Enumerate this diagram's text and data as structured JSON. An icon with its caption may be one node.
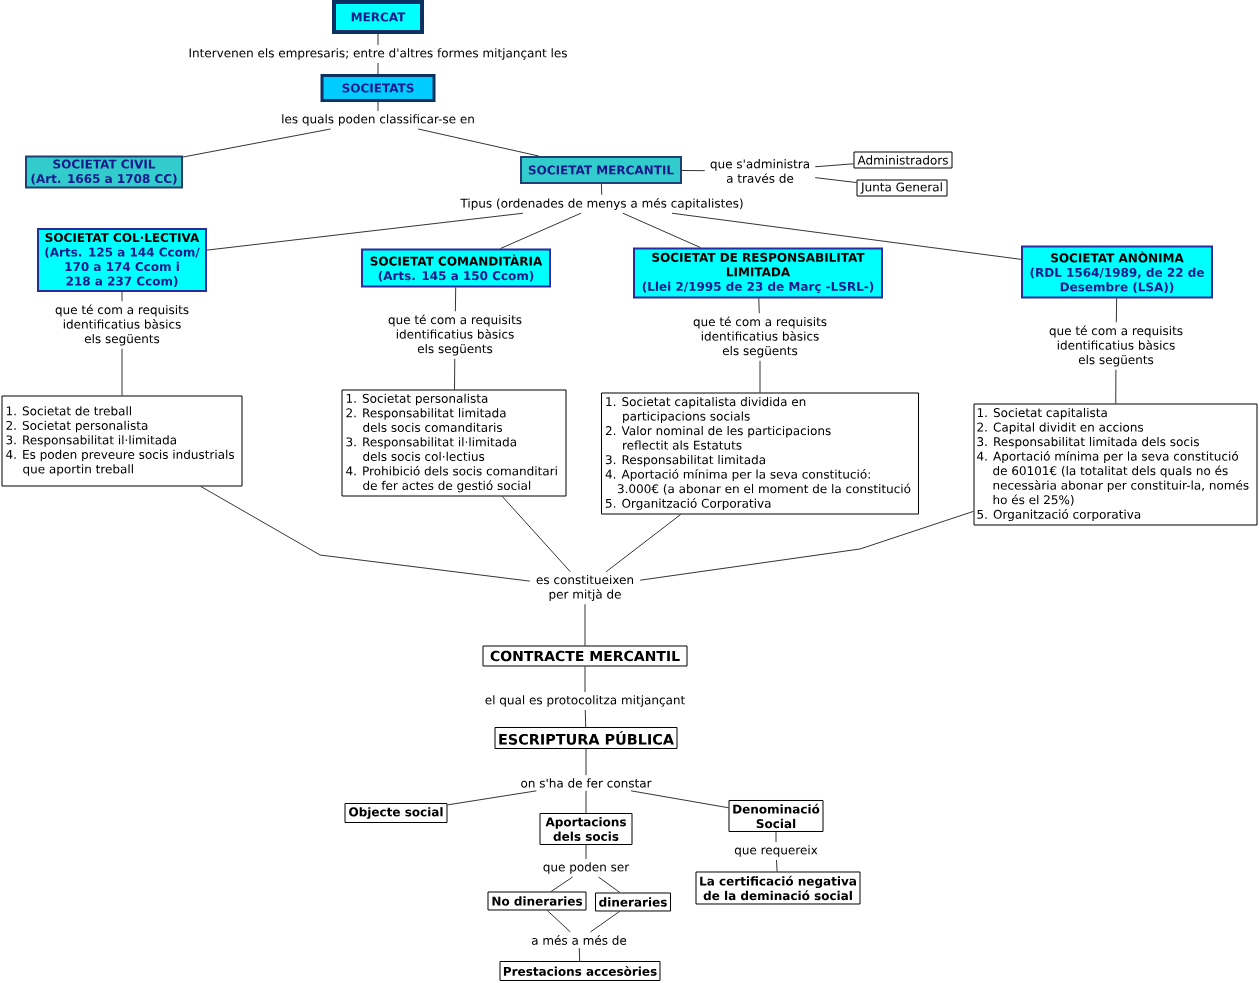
{
  "diagram": {
    "nodes": [
      {
        "text": [
          "MERCAT"
        ]
      },
      {
        "text": [
          "Intervenen els empresaris; entre d'altres formes mitjançant les"
        ]
      },
      {
        "text": [
          "SOCIETATS"
        ]
      },
      {
        "text": [
          "les quals poden classificar-se en"
        ]
      },
      {
        "text": [
          "SOCIETAT CIVIL",
          "(Art. 1665 a 1708 CC)"
        ]
      },
      {
        "text": [
          "SOCIETAT MERCANTIL"
        ]
      },
      {
        "text": [
          "que s'administra a través de"
        ]
      },
      {
        "text": [
          "Administradors"
        ]
      },
      {
        "text": [
          "Junta General"
        ]
      },
      {
        "text": [
          "Tipus (ordenades de menys a més capitalistes)"
        ]
      },
      {
        "text": [
          "SOCIETAT COL·LECTIVA",
          "(Arts. 125 a 144 Ccom/ 170 a 174 Ccom i 218 a 237 Ccom)"
        ]
      },
      {
        "text": [
          "SOCIETAT COMANDITÀRIA",
          "(Arts. 145 a 150 Ccom)"
        ]
      },
      {
        "text": [
          "SOCIETAT DE RESPONSABILITAT LIMITADA",
          "(Llei 2/1995 de 23 de Març -LSRL-)"
        ]
      },
      {
        "text": [
          "SOCIETAT ANÒNIMA",
          "(RDL 1564/1989, de 22 de Desembre (LSA))"
        ]
      },
      {
        "text": [
          "que té com a requisits identificatius bàsics els següents"
        ]
      },
      {
        "text": [
          "que té com a requisits identificatius bàsics els següents"
        ]
      },
      {
        "text": [
          "que té com a requisits identificatius bàsics els següents"
        ]
      },
      {
        "text": [
          "que té com a requisits identificatius bàsics els següents"
        ]
      },
      {
        "text": [
          "1. Societat de treball",
          "2. Societat personalista",
          "3. Responsabilitat il·limitada",
          "4. Es poden preveure socis industrials que aportin treball"
        ]
      },
      {
        "text": [
          "1. Societat personalista",
          "2. Responsabilitat limitada dels socis comanditaris",
          "3. Responsabilitat il·limitada dels socis col·lectius",
          "4. Prohibició dels socis comanditari de fer actes de gestió social"
        ]
      },
      {
        "text": [
          "1. Societat capitalista dividida en participacions socials",
          "2. Valor nominal de les participacions reflectit als Estatuts",
          "3. Responsabilitat limitada",
          "4. Aportació mínima per la seva constitució: 3.000€ (a abonar en el moment de la constitució",
          "5. Organització Corporativa"
        ]
      },
      {
        "text": [
          "1. Societat capitalista",
          "2. Capital dividit en accions",
          "3. Responsabilitat limitada dels socis",
          "4. Aportació mínima per la seva constitució de 60101€ (la totalitat dels quals no és necessària abonar per constituir-la, només ho és el 25%)",
          "5. Organització corporativa"
        ]
      },
      {
        "text": [
          "es constitueixen per mitjà de"
        ]
      },
      {
        "text": [
          "CONTRACTE MERCANTIL"
        ]
      },
      {
        "text": [
          "el qual es protocolitza mitjançant"
        ]
      },
      {
        "text": [
          "ESCRIPTURA PÚBLICA"
        ]
      },
      {
        "text": [
          "on s'ha de fer constar"
        ]
      },
      {
        "text": [
          "Objecte social"
        ]
      },
      {
        "text": [
          "Aportacions dels socis"
        ]
      },
      {
        "text": [
          "Denominació Social"
        ]
      },
      {
        "text": [
          "que poden ser"
        ]
      },
      {
        "text": [
          "que requereix"
        ]
      },
      {
        "text": [
          "No dineraries"
        ]
      },
      {
        "text": [
          "dineraries"
        ]
      },
      {
        "text": [
          "La certificació negativa de la deminació social"
        ]
      },
      {
        "text": [
          "a més a més de"
        ]
      },
      {
        "text": [
          "Prestacions accesòries"
        ]
      }
    ],
    "edges": [
      {
        "from": 0,
        "to": 1,
        "arrow": "none"
      },
      {
        "from": 1,
        "to": 2,
        "arrow": "none"
      },
      {
        "from": 2,
        "to": 3,
        "arrow": "none"
      },
      {
        "from": 3,
        "to": 4,
        "arrow": "none"
      },
      {
        "from": 3,
        "to": 5,
        "arrow": "none"
      },
      {
        "from": 5,
        "to": 6,
        "arrow": "none"
      },
      {
        "from": 6,
        "to": 7,
        "arrow": "none"
      },
      {
        "from": 6,
        "to": 8,
        "arrow": "none"
      },
      {
        "from": 5,
        "to": 9,
        "arrow": "none"
      },
      {
        "from": 9,
        "to": 10,
        "arrow": "none"
      },
      {
        "from": 9,
        "to": 11,
        "arrow": "none"
      },
      {
        "from": 9,
        "to": 12,
        "arrow": "none"
      },
      {
        "from": 9,
        "to": 13,
        "arrow": "none"
      },
      {
        "from": 10,
        "to": 14,
        "arrow": "none"
      },
      {
        "from": 11,
        "to": 15,
        "arrow": "none"
      },
      {
        "from": 12,
        "to": 16,
        "arrow": "none"
      },
      {
        "from": 13,
        "to": 17,
        "arrow": "none"
      },
      {
        "from": 14,
        "to": 18,
        "arrow": "none"
      },
      {
        "from": 15,
        "to": 19,
        "arrow": "none"
      },
      {
        "from": 16,
        "to": 20,
        "arrow": "none"
      },
      {
        "from": 17,
        "to": 21,
        "arrow": "none"
      },
      {
        "from": 18,
        "to": 22,
        "arrow": "none"
      },
      {
        "from": 19,
        "to": 22,
        "arrow": "none"
      },
      {
        "from": 20,
        "to": 22,
        "arrow": "none"
      },
      {
        "from": 21,
        "to": 22,
        "arrow": "none"
      },
      {
        "from": 22,
        "to": 23,
        "arrow": "none"
      },
      {
        "from": 23,
        "to": 24,
        "arrow": "none"
      },
      {
        "from": 24,
        "to": 25,
        "arrow": "none"
      },
      {
        "from": 25,
        "to": 26,
        "arrow": "none"
      },
      {
        "from": 26,
        "to": 27,
        "arrow": "none"
      },
      {
        "from": 26,
        "to": 28,
        "arrow": "none"
      },
      {
        "from": 26,
        "to": 29,
        "arrow": "none"
      },
      {
        "from": 28,
        "to": 30,
        "arrow": "none"
      },
      {
        "from": 29,
        "to": 31,
        "arrow": "none"
      },
      {
        "from": 30,
        "to": 32,
        "arrow": "none"
      },
      {
        "from": 30,
        "to": 33,
        "arrow": "none"
      },
      {
        "from": 31,
        "to": 34,
        "arrow": "none"
      },
      {
        "from": 32,
        "to": 35,
        "arrow": "none"
      },
      {
        "from": 33,
        "to": 35,
        "arrow": "none"
      },
      {
        "from": 35,
        "to": 36,
        "arrow": "none"
      }
    ]
  }
}
